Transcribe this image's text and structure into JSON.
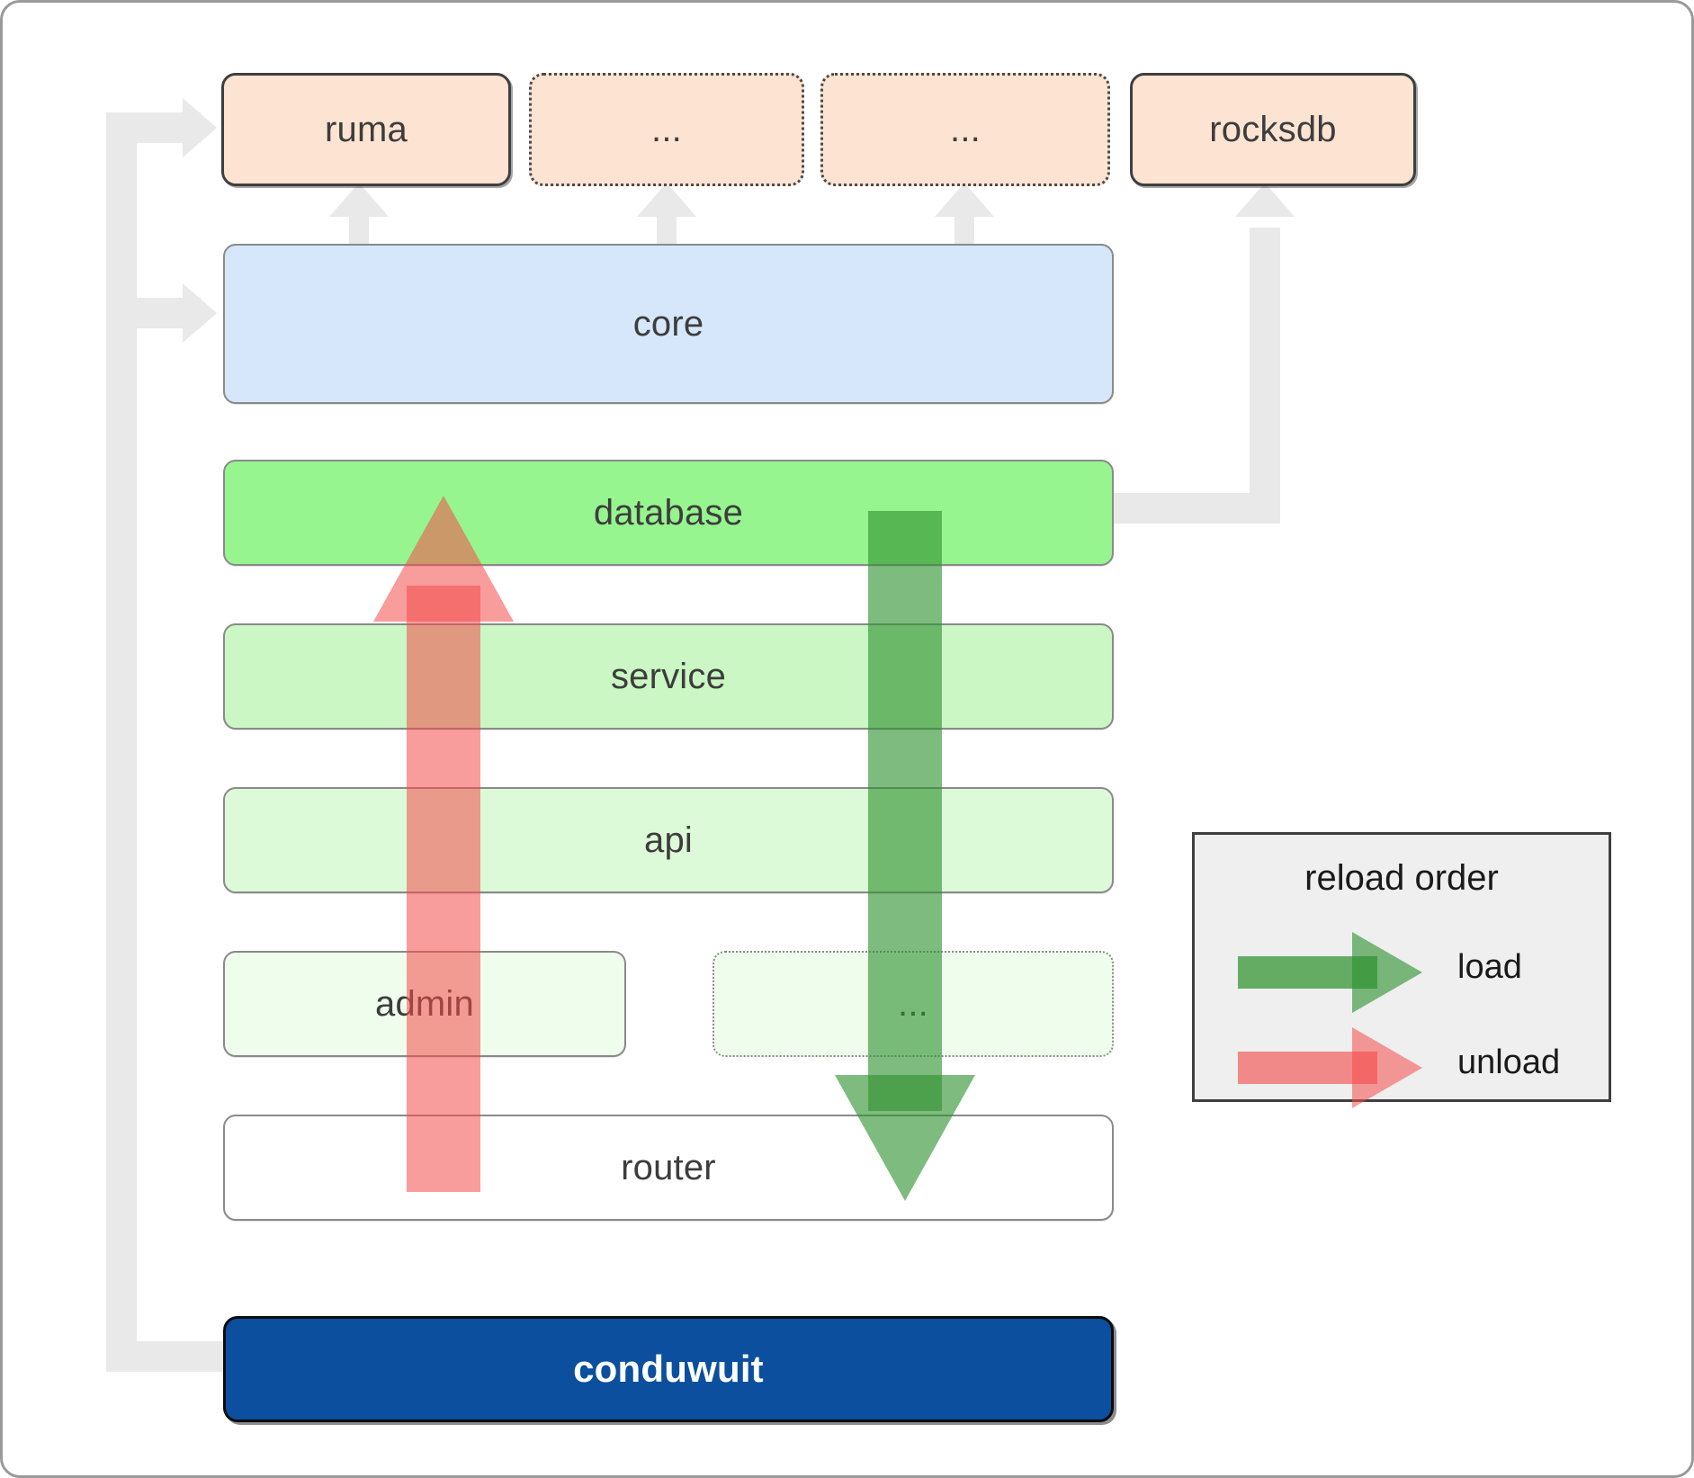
{
  "diagram": {
    "title": "conduwuit crate architecture / reload order",
    "dependencies": [
      {
        "id": "ruma",
        "label": "ruma",
        "style": "solid",
        "fill": "#fde3d2"
      },
      {
        "id": "dep2",
        "label": "...",
        "style": "dotted",
        "fill": "#fde3d2"
      },
      {
        "id": "dep3",
        "label": "...",
        "style": "dotted",
        "fill": "#fde3d2"
      },
      {
        "id": "rocksdb",
        "label": "rocksdb",
        "style": "solid",
        "fill": "#fde3d2"
      }
    ],
    "layers": [
      {
        "id": "core",
        "label": "core",
        "style": "solid",
        "fill": "#d6e7fb"
      },
      {
        "id": "database",
        "label": "database",
        "style": "solid",
        "fill": "#97f58f"
      },
      {
        "id": "service",
        "label": "service",
        "style": "solid",
        "fill": "#caf7c4"
      },
      {
        "id": "api",
        "label": "api",
        "style": "solid",
        "fill": "#ddfad8"
      },
      {
        "id": "admin",
        "label": "admin",
        "style": "solid",
        "fill": "#effdec"
      },
      {
        "id": "more",
        "label": "...",
        "style": "dotted",
        "fill": "#effdec"
      },
      {
        "id": "router",
        "label": "router",
        "style": "solid",
        "fill": "#ffffff"
      }
    ],
    "binary": {
      "id": "conduwuit",
      "label": "conduwuit",
      "fill": "#0b4f9e",
      "text_color": "#ffffff"
    },
    "legend": {
      "title": "reload order",
      "items": [
        {
          "id": "load",
          "label": "load",
          "color": "#2e912e"
        },
        {
          "id": "unload",
          "label": "unload",
          "color": "#f44a4a"
        }
      ]
    },
    "flows": [
      {
        "id": "load-flow",
        "direction": "down",
        "color": "#2e912e"
      },
      {
        "id": "unload-flow",
        "direction": "up",
        "color": "#f44a4a"
      }
    ],
    "colors": {
      "connector": "#e9e9e9",
      "border": "#8a8a8a",
      "dep_border": "#3f3f3f",
      "canvas_border": "#9a9a9a"
    }
  }
}
